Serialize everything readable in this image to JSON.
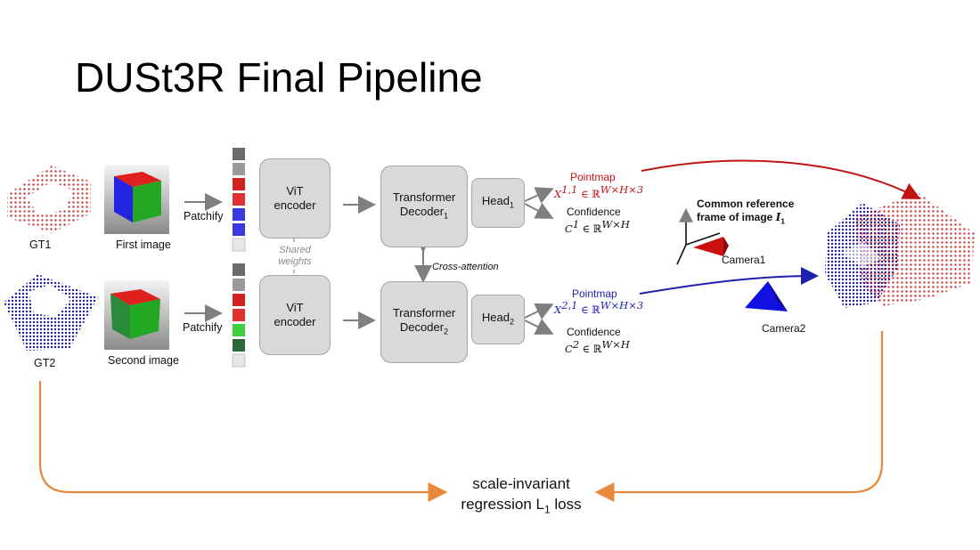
{
  "slide": {
    "title": "DUSt3R Final Pipeline"
  },
  "inputs": {
    "gt1": "GT1",
    "gt2": "GT2",
    "first_image": "First image",
    "second_image": "Second image",
    "patchify": "Patchify"
  },
  "encoder": {
    "line1": "ViT",
    "line2": "encoder",
    "shared_line1": "Shared",
    "shared_line2": "weights"
  },
  "decoder": {
    "line1": "Transformer",
    "line2": "Decoder",
    "sub1": "1",
    "sub2": "2",
    "cross_attention": "Cross-attention"
  },
  "head": {
    "label": "Head",
    "sub1": "1",
    "sub2": "2"
  },
  "outputs": {
    "pointmap": "Pointmap",
    "x11": "X",
    "x11_sup": "1,1",
    "x21": "X",
    "x21_sup": "2,1",
    "in_r": "∈ ℝ",
    "pm_dims": "W×H×3",
    "confidence": "Confidence",
    "c1": "C",
    "c1_sup": "1",
    "c2": "C",
    "c2_sup": "2",
    "conf_dims": "W×H"
  },
  "reference": {
    "line1": "Common reference",
    "line2": "frame of image",
    "image_symbol": "I",
    "image_sub": "1",
    "camera1": "Camera1",
    "camera2": "Camera2"
  },
  "loss": {
    "line1": "scale-invariant",
    "line2_a": "regression L",
    "line2_sub": "1",
    "line2_b": " loss"
  },
  "colors": {
    "red": "#c01515",
    "blue": "#1f1fb0",
    "orange": "#e8883a",
    "box_fill": "#d9d9d9",
    "arrow_gray": "#7f7f7f"
  }
}
